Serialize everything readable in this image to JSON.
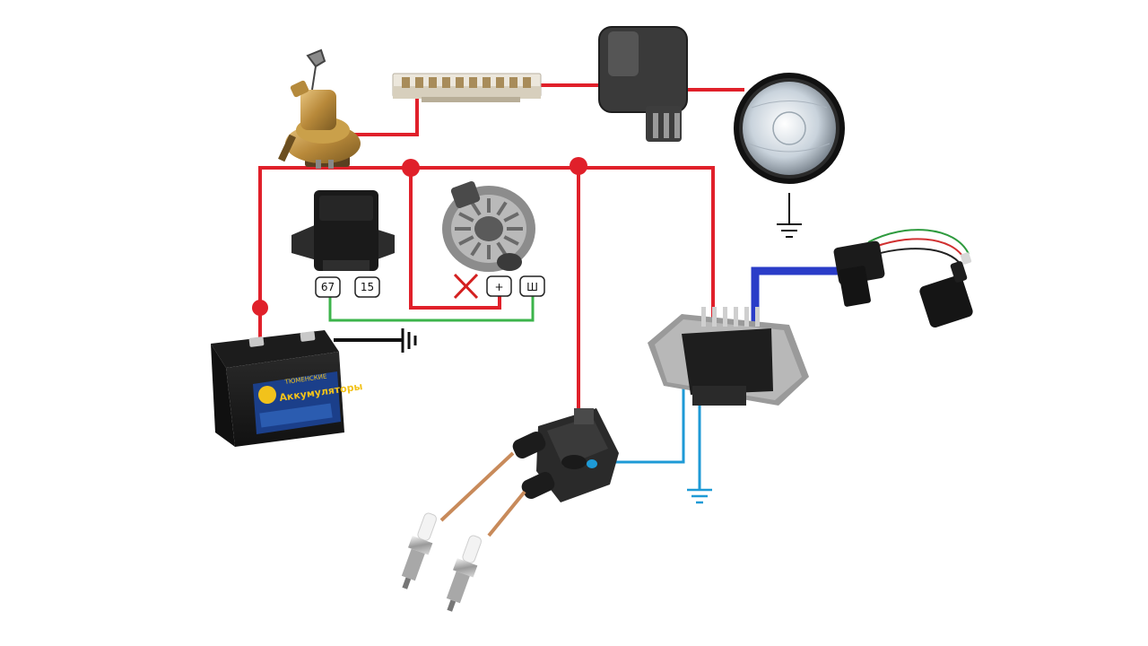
{
  "diagram": {
    "colors": {
      "power": "#e0202a",
      "field": "#3cb44b",
      "signal": "#1e9ad6",
      "sensor": "#2a3cc8",
      "ground": "#111111"
    },
    "regulator_terminals": [
      "67",
      "15"
    ],
    "alternator_terminals": [
      "+",
      "Ш"
    ],
    "battery_brand": "Аккумуляторы",
    "battery_brand_small": "ТЮМЕНСКИЕ"
  }
}
